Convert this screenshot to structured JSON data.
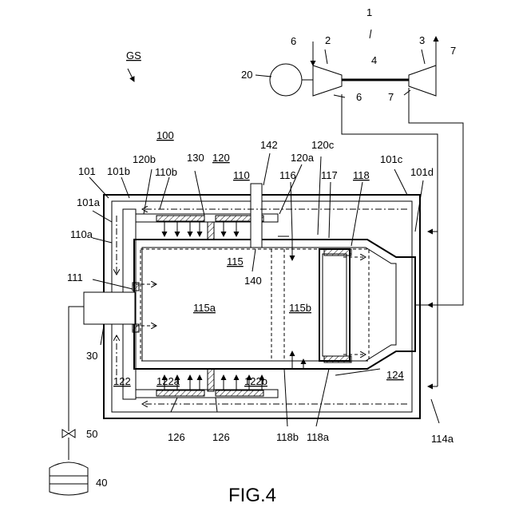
{
  "figure": {
    "caption": "FIG.4",
    "labels": {
      "n1": "1",
      "n2": "2",
      "n3": "3",
      "n4": "4",
      "n6a": "6",
      "n6b": "6",
      "n7a": "7",
      "n7b": "7",
      "n20": "20",
      "gs": "GS",
      "n100": "100",
      "n101": "101",
      "n101a": "101a",
      "n101b": "101b",
      "n101c": "101c",
      "n101d": "101d",
      "n110": "110",
      "n110a": "110a",
      "n110b": "110b",
      "n111": "111",
      "n114a": "114a",
      "n115": "115",
      "n115a": "115a",
      "n115b": "115b",
      "n116": "116",
      "n117": "117",
      "n118": "118",
      "n118a": "118a",
      "n118b": "118b",
      "n120": "120",
      "n120a": "120a",
      "n120b": "120b",
      "n120c": "120c",
      "n122": "122",
      "n122a": "122a",
      "n122b": "122b",
      "n124": "124",
      "n126a": "126",
      "n126b": "126",
      "n130": "130",
      "n140": "140",
      "n142": "142",
      "n30": "30",
      "n40": "40",
      "n50": "50"
    }
  }
}
